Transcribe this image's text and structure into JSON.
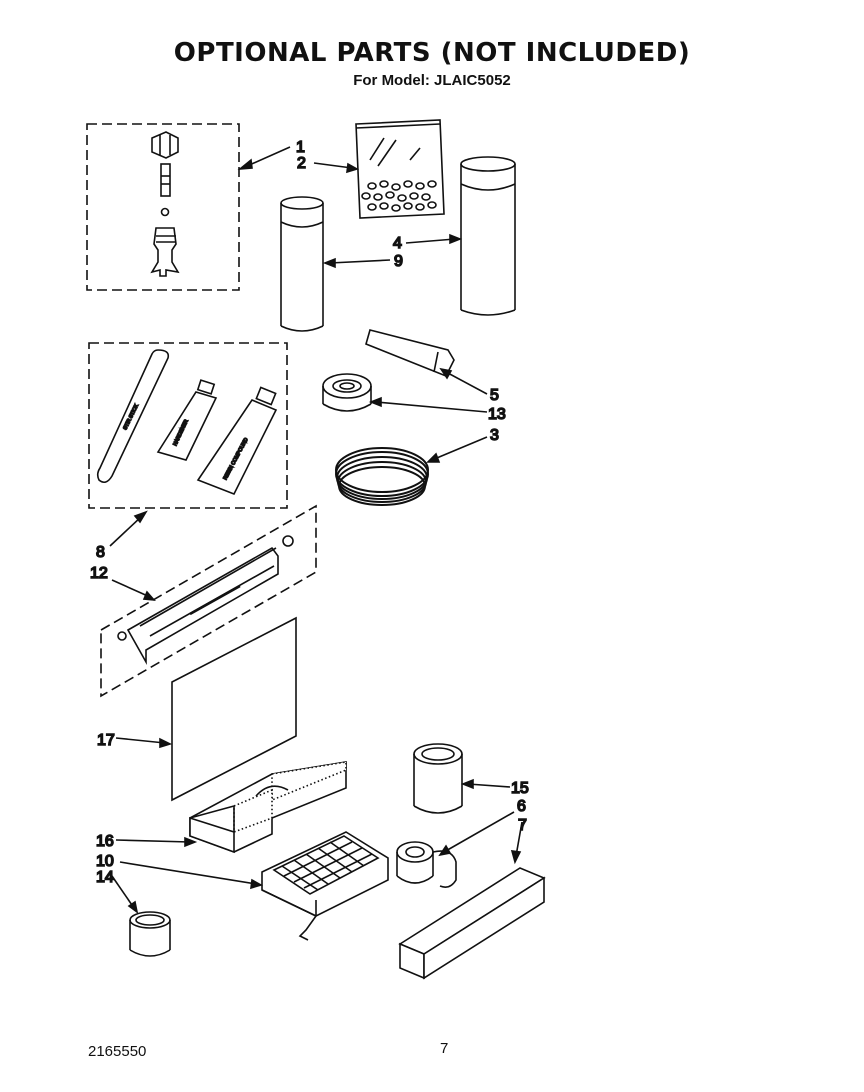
{
  "header": {
    "title": "OPTIONAL PARTS (NOT INCLUDED)",
    "subtitle": "For Model: JLAIC5052"
  },
  "footer": {
    "doc_number": "2165550",
    "page_number": "7"
  },
  "callouts": {
    "c1": "1",
    "c2": "2",
    "c3": "3",
    "c4": "4",
    "c5": "5",
    "c6": "6",
    "c7": "7",
    "c8": "8",
    "c9": "9",
    "c10": "10",
    "c12": "12",
    "c13": "13",
    "c14": "14",
    "c15": "15",
    "c16": "16",
    "c17": "17"
  },
  "part_labels": {
    "stir_stick": "STIR STICK",
    "hardener": "HARDENER",
    "resin": "RESIN COMPOUND"
  }
}
